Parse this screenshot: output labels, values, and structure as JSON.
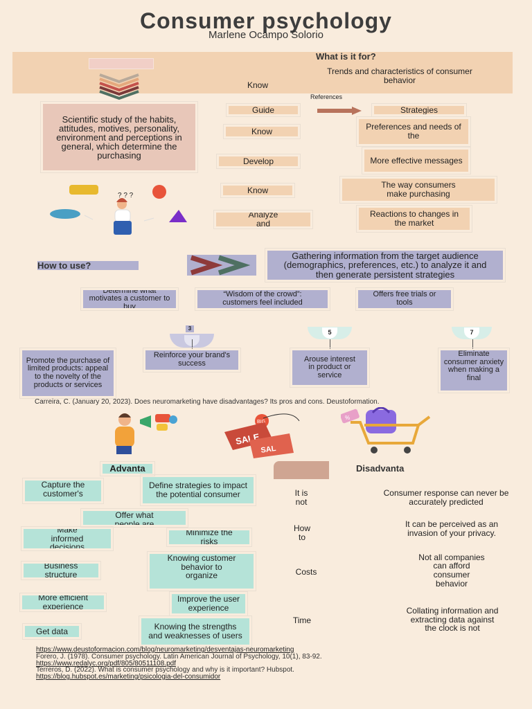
{
  "header": {
    "title": "Consumer psychology",
    "author": "Marlene Ocampo Solorio"
  },
  "what_section": {
    "heading": "What is it for?",
    "know_label": "Know",
    "trends_text": "Trends and characteristics of consumer behavior",
    "references_label": "References",
    "definition": "Scientific study of the habits, attitudes, motives, personality, environment and perceptions in general, which determine the purchasing",
    "rows": [
      {
        "verb": "Guide",
        "result": "Strategies"
      },
      {
        "verb": "Know",
        "result": "Preferences and needs of the"
      },
      {
        "verb": "Develop",
        "result": "More effective messages"
      },
      {
        "verb": "Know",
        "result": "The way consumers make purchasing"
      },
      {
        "verb": "Analyze and",
        "result": "Reactions to changes in the market"
      }
    ]
  },
  "how_section": {
    "heading": "How to use?",
    "gathering": "Gathering information from the target audience (demographics, preferences, etc.) to analyze it and then generate persistent strategies",
    "methods": [
      "Determine what motivates a customer to buy",
      "“Wisdom of the crowd”: customers feel included",
      "Offers free trials or tools"
    ],
    "steps": [
      {
        "num": "3",
        "text": "Reinforce your brand's success"
      },
      {
        "num": "5",
        "text": "Arouse interest in product or service"
      },
      {
        "num": "7",
        "text": "Eliminate consumer anxiety when making a final"
      }
    ],
    "promote": "Promote the purchase of limited products: appeal to the novelty of the products or services",
    "citation": "Carreira, C. (January 20, 2023). Does neuromarketing have disadvantages? Its pros and cons. Deustoformation."
  },
  "illustrations": {
    "sale_tag_1": "SALE",
    "sale_tag_2": "SAL",
    "big_label": "BIG",
    "bag_label": "%"
  },
  "advantages": {
    "heading": "Advanta",
    "items": [
      "Capture the customer's",
      "Define strategies to impact the potential consumer",
      "Offer what people are",
      "Make informed decisions",
      "Minimize the risks",
      "Business structure",
      "Knowing customer behavior to organize",
      "More efficient experience",
      "Improve the user experience",
      "Get data",
      "Knowing the strengths and weaknesses of users"
    ]
  },
  "disadvantages": {
    "heading": "Disadvanta",
    "rows": [
      {
        "label": "It is not",
        "text": "Consumer response can never be accurately predicted"
      },
      {
        "label": "How to",
        "text": "It can be perceived as an invasion of your privacy."
      },
      {
        "label": "Costs",
        "text": "Not all companies can afford consumer behavior"
      },
      {
        "label": "Time",
        "text": "Collating information and extracting data against the clock is not"
      }
    ]
  },
  "references": [
    "https://www.deustoformacion.com/blog/neuromarketing/desventajas-neuromarketing",
    "Forero, J. (1978). Consumer psychology. Latin American Journal of Psychology, 10(1), 83-92.",
    "https://www.redalyc.org/pdf/805/80511108.pdf",
    "Terreros, D. (2022). What is consumer psychology and why is it important? Hubspot.",
    "https://blog.hubspot.es/marketing/psicologia-del-consumidor"
  ],
  "colors": {
    "background": "#f9ecdd",
    "peach": "#f2d2b2",
    "lavender": "#b1b0cf",
    "mint": "#b5e3d8",
    "rose": "#e8c7b9"
  }
}
